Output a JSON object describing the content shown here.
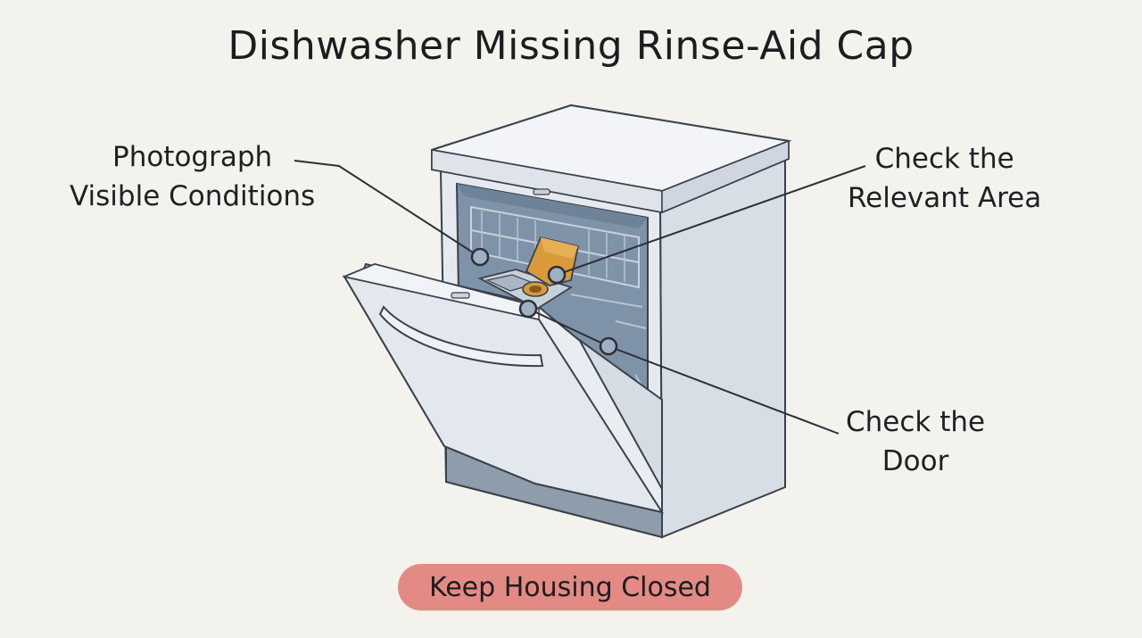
{
  "title": "Dishwasher Missing Rinse-Aid Cap",
  "callouts": {
    "photograph": [
      "Photograph",
      "Visible Conditions"
    ],
    "relevant_area": [
      "Check the",
      "Relevant Area"
    ],
    "door": [
      "Check the",
      "Door"
    ]
  },
  "warning_badge": "Keep Housing Closed",
  "colors": {
    "background": "#f3f2ed",
    "appliance_body": "#e4e8ee",
    "interior": "#8d9fb2",
    "rinse_aid_lid": "#d99a3a",
    "badge": "#e38a84",
    "leader_line": "#2b2f36"
  }
}
